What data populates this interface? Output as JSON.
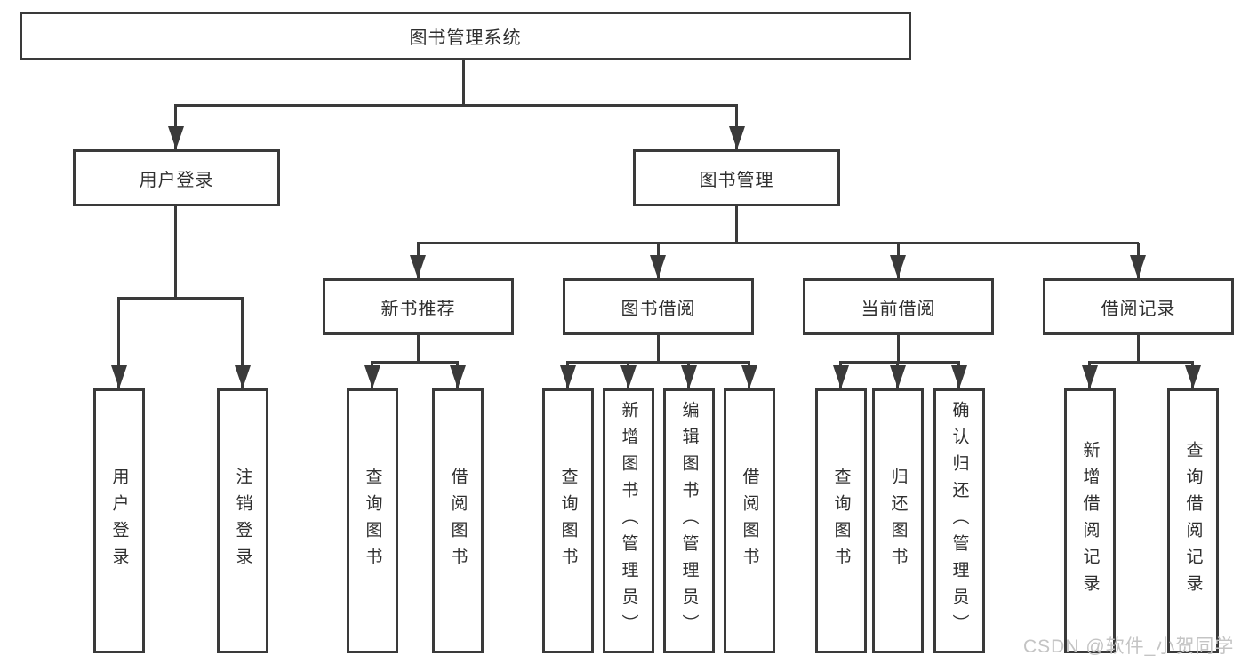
{
  "tree": {
    "label": "图书管理系统",
    "children": [
      {
        "label": "用户登录",
        "children": [
          {
            "label": "用户登录"
          },
          {
            "label": "注销登录"
          }
        ]
      },
      {
        "label": "图书管理",
        "children": [
          {
            "label": "新书推荐",
            "children": [
              {
                "label": "查询图书"
              },
              {
                "label": "借阅图书"
              }
            ]
          },
          {
            "label": "图书借阅",
            "children": [
              {
                "label": "查询图书"
              },
              {
                "label": "新增图书（管理员）"
              },
              {
                "label": "编辑图书（管理员）"
              },
              {
                "label": "借阅图书"
              }
            ]
          },
          {
            "label": "当前借阅",
            "children": [
              {
                "label": "查询图书"
              },
              {
                "label": "归还图书"
              },
              {
                "label": "确认归还（管理员）"
              }
            ]
          },
          {
            "label": "借阅记录",
            "children": [
              {
                "label": "新增借阅记录"
              },
              {
                "label": "查询借阅记录"
              }
            ]
          }
        ]
      }
    ]
  },
  "watermark": {
    "text": "CSDN @软件_小贺同学"
  },
  "colors": {
    "line": "#3a3a3a",
    "text": "#2f2f2f",
    "watermark": "#c4c4c4",
    "background": "#ffffff"
  }
}
